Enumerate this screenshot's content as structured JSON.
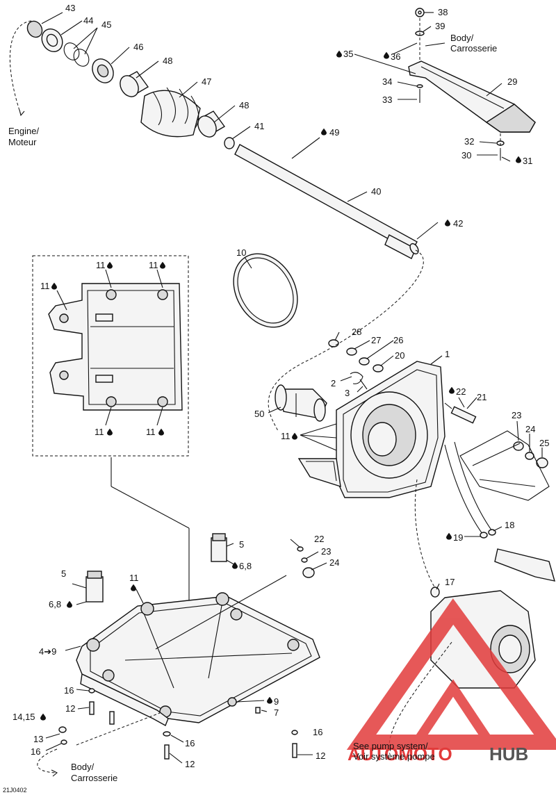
{
  "figure_code": "21J0402",
  "notes": {
    "engine": "Engine/\nMoteur",
    "body_top": "Body/\nCarrosserie",
    "body_bottom": "Body/\nCarrosserie",
    "pump_system": "See pump system/\nVoir système pompe"
  },
  "callouts": {
    "c43": "43",
    "c44": "44",
    "c45": "45",
    "c46": "46",
    "c48a": "48",
    "c47": "47",
    "c48b": "48",
    "c41": "41",
    "c49": "49",
    "c40": "40",
    "c42": "42",
    "c38": "38",
    "c39": "39",
    "c35": "35",
    "c36": "36",
    "c34": "34",
    "c33": "33",
    "c29": "29",
    "c32": "32",
    "c30": "30",
    "c31": "31",
    "c10": "10",
    "c11a": "11",
    "c11b": "11",
    "c11c": "11",
    "c11d": "11",
    "c11e": "11",
    "c28": "28",
    "c27": "27",
    "c26": "26",
    "c20": "20",
    "c1": "1",
    "c2": "2",
    "c3": "3",
    "c22a": "22",
    "c21": "21",
    "c23a": "23",
    "c24a": "24",
    "c25": "25",
    "c50": "50",
    "c11f": "11",
    "c18": "18",
    "c19": "19",
    "c17": "17",
    "c5a": "5",
    "c68a": "6,8",
    "c22b": "22",
    "c23b": "23",
    "c24b": "24",
    "c5b": "5",
    "c11g": "11",
    "c68b": "6,8",
    "c49b": "4➔9",
    "c16a": "16",
    "c12a": "12",
    "c9": "9",
    "c7": "7",
    "c1415": "14,15",
    "c13": "13",
    "c16b": "16",
    "c16c": "16",
    "c12b": "12",
    "c16d": "16",
    "c12c": "12"
  },
  "watermark": {
    "text_a": "AUTOMOTO",
    "text_b": "HUB",
    "color_red": "#e23b3b",
    "color_dark": "#555555"
  },
  "icons": [
    "drop-icon",
    "arrow-icon"
  ]
}
